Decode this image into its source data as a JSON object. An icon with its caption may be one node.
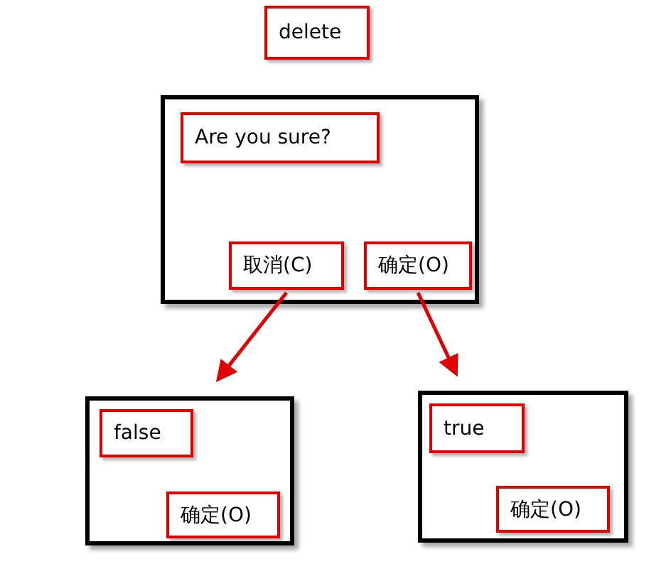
{
  "diagram": {
    "nodes": [
      {
        "text": [
          "delete"
        ]
      },
      {
        "text": [],
        "shape": "box"
      },
      {
        "text": [
          "Are you sure?"
        ],
        "in": 1
      },
      {
        "text": [
          "取消(C)"
        ],
        "in": 1
      },
      {
        "text": [
          "确定(O)"
        ],
        "in": 1
      },
      {
        "text": [],
        "shape": "box"
      },
      {
        "text": [
          "false"
        ],
        "in": 5
      },
      {
        "text": [
          "确定(O)"
        ],
        "in": 5
      },
      {
        "text": [],
        "shape": "box"
      },
      {
        "text": [
          "true"
        ],
        "in": 8
      },
      {
        "text": [
          "确定(O)"
        ],
        "in": 8
      }
    ],
    "edges": [
      {
        "from": 3,
        "to": 5,
        "arrow": "to"
      },
      {
        "from": 4,
        "to": 8,
        "arrow": "to"
      }
    ]
  }
}
